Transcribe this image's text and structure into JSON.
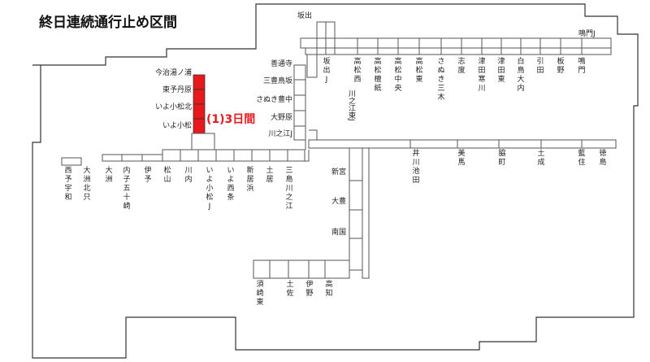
{
  "title": "終日連続通行止め区間",
  "closure_note": "(1)3日間",
  "colors": {
    "closure": "#e8191c",
    "line": "#555555",
    "outline": "#333333",
    "text": "#222222"
  },
  "stations": {
    "west_vertical": [
      "今治湯ノ浦",
      "東予丹原",
      "いよ小松北",
      "いよ小松"
    ],
    "mid_vertical": [
      "善通寺",
      "三豊鳥坂",
      "さぬき豊中",
      "大野原",
      "川之江J"
    ],
    "top": [
      "坂出",
      "鳴門J"
    ],
    "upper_row": [
      "坂出J",
      "高松西",
      "高松檀紙",
      "高松中央",
      "高松東",
      "さぬき三木",
      "志度",
      "津田寒川",
      "津田東",
      "白鳥大内",
      "引田",
      "板野",
      "鳴門"
    ],
    "kawanoe_jct": "川之江東J",
    "lower_row": [
      "西予宇和",
      "大洲北只",
      "大洲",
      "内子五十崎",
      "伊予",
      "松山",
      "川内",
      "いよ小松J",
      "いよ西条",
      "新居浜",
      "土居",
      "三島川之江"
    ],
    "east_row": [
      "井川池田",
      "美馬",
      "脇町",
      "土成",
      "藍住",
      "徳島"
    ],
    "kochi_vertical": [
      "新宮",
      "大豊",
      "南国"
    ],
    "kochi_row": [
      "須崎東",
      "土佐",
      "伊野",
      "高知"
    ]
  }
}
